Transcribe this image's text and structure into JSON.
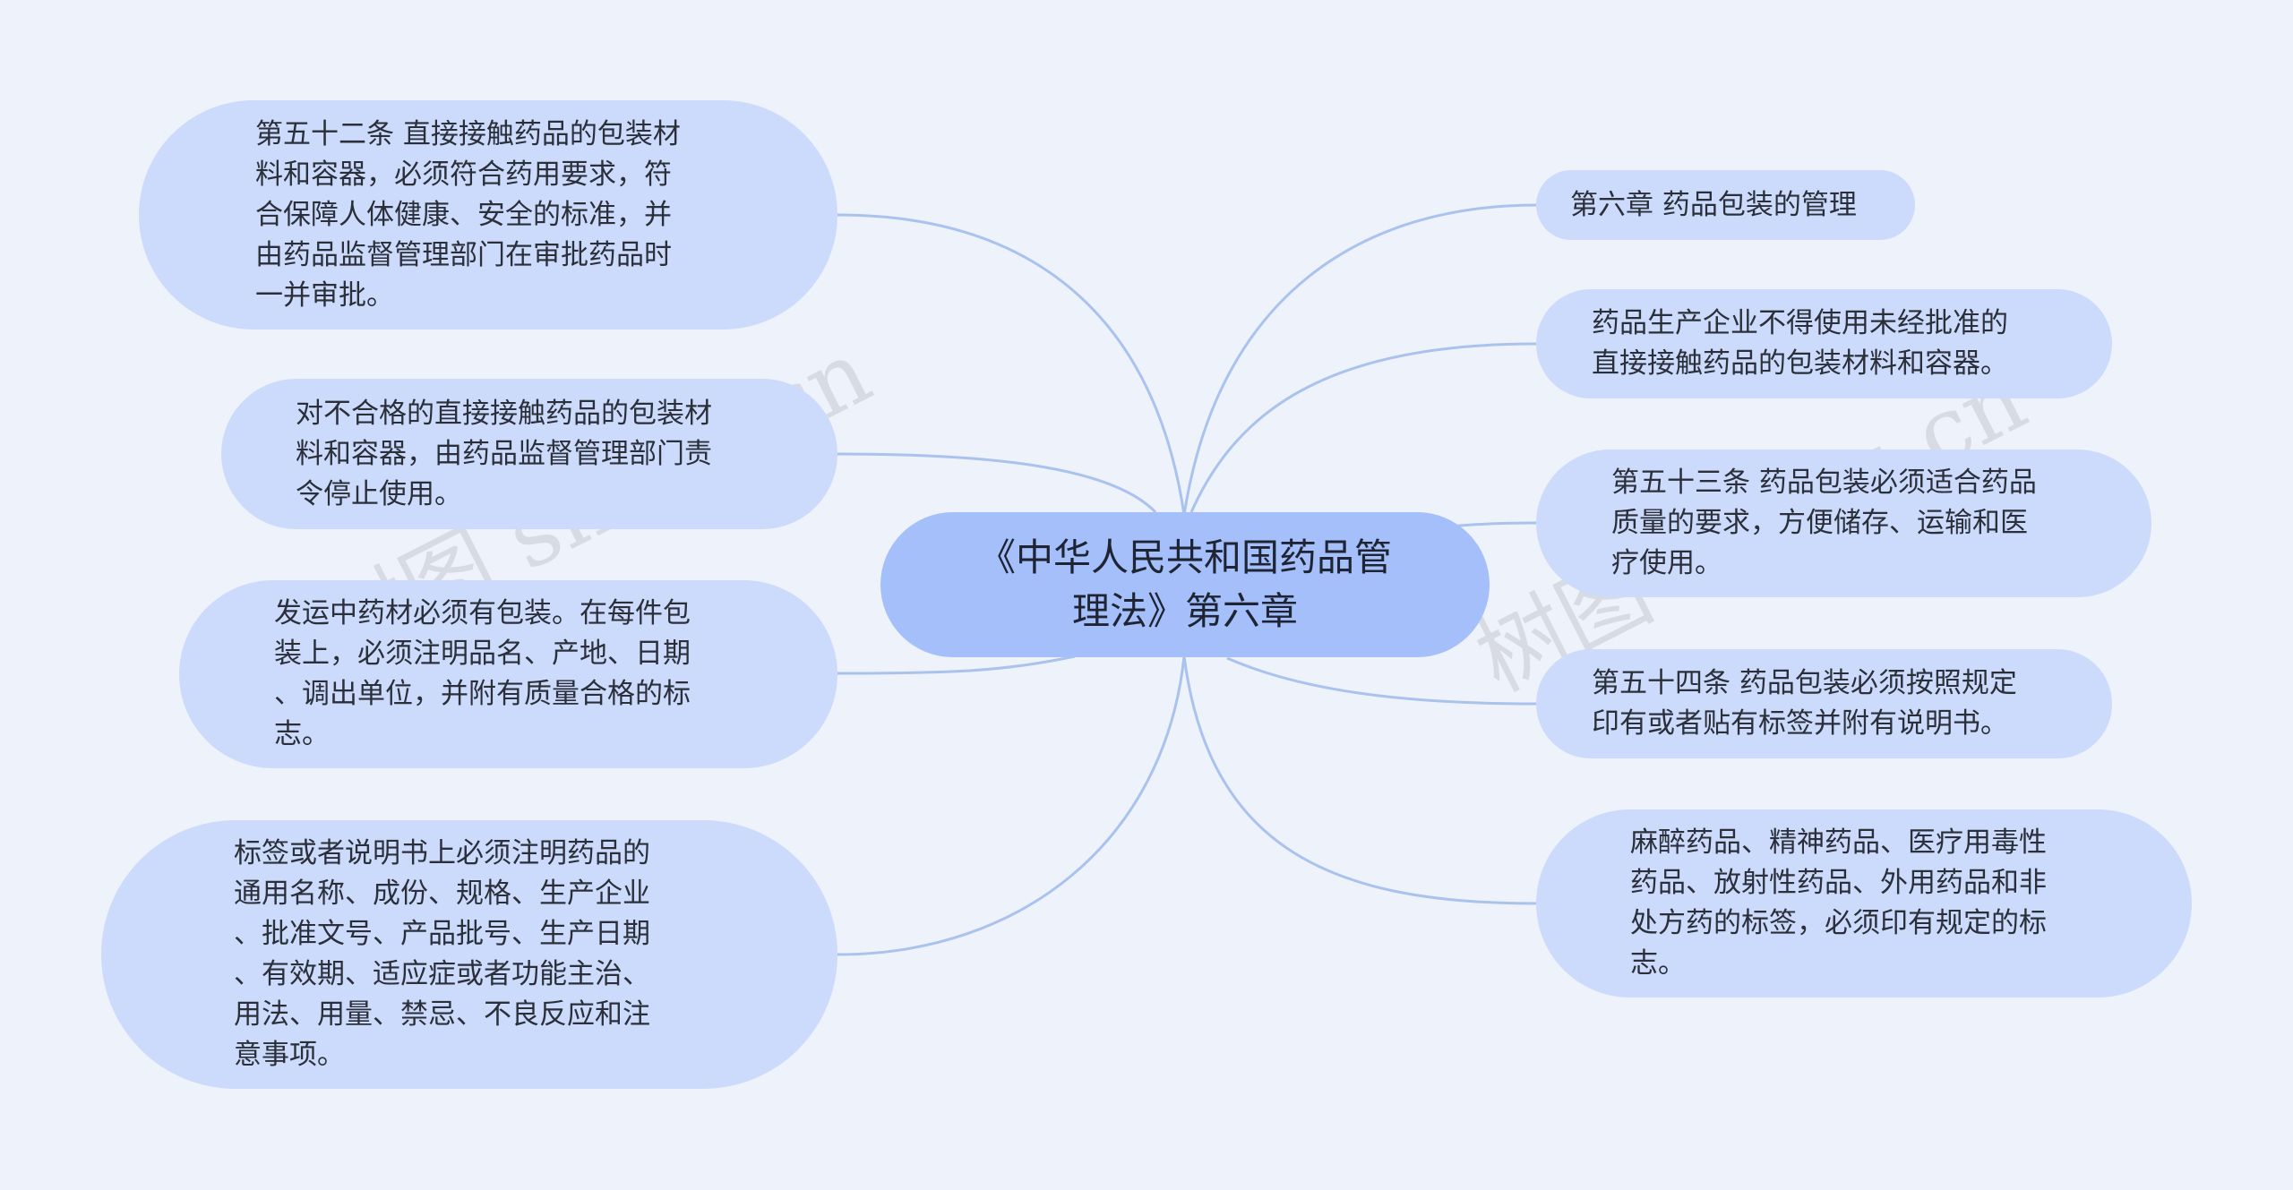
{
  "root": {
    "label": "《中华人民共和国药品管\n理法》第六章"
  },
  "left_nodes": [
    {
      "label": "第五十二条 直接接触药品的包装材\n料和容器，必须符合药用要求，符\n合保障人体健康、安全的标准，并\n由药品监督管理部门在审批药品时\n一并审批。"
    },
    {
      "label": "对不合格的直接接触药品的包装材\n料和容器，由药品监督管理部门责\n令停止使用。"
    },
    {
      "label": "发运中药材必须有包装。在每件包\n装上，必须注明品名、产地、日期\n、调出单位，并附有质量合格的标\n志。"
    },
    {
      "label": "标签或者说明书上必须注明药品的\n通用名称、成份、规格、生产企业\n、批准文号、产品批号、生产日期\n、有效期、适应症或者功能主治、\n用法、用量、禁忌、不良反应和注\n意事项。"
    }
  ],
  "right_nodes": [
    {
      "label": "第六章 药品包装的管理"
    },
    {
      "label": "药品生产企业不得使用未经批准的\n直接接触药品的包装材料和容器。"
    },
    {
      "label": "第五十三条 药品包装必须适合药品\n质量的要求，方便储存、运输和医\n疗使用。"
    },
    {
      "label": "第五十四条 药品包装必须按照规定\n印有或者贴有标签并附有说明书。"
    },
    {
      "label": "麻醉药品、精神药品、医疗用毒性\n药品、放射性药品、外用药品和非\n处方药的标签，必须印有规定的标\n志。"
    }
  ],
  "watermarks": [
    {
      "text": "树图 shutu.cn"
    },
    {
      "text": "树图 shutu.cn"
    }
  ],
  "colors": {
    "background": "#eef2fa",
    "root_fill": "#a5bffa",
    "node_fill": "#ccdbfb",
    "connector": "#a9c3ee"
  }
}
